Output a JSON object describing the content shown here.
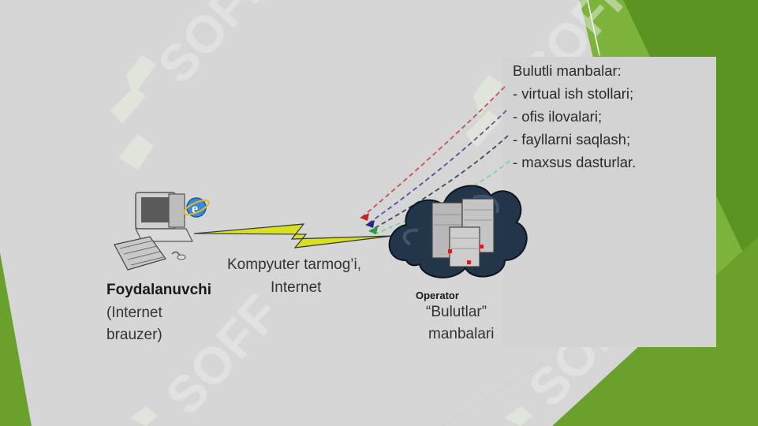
{
  "colors": {
    "background": "#d6d6d6",
    "accent_green": "#6aa12c",
    "lightning": "#d9e020",
    "panel": "#d3d3d3"
  },
  "watermark": {
    "text": "SOFF"
  },
  "user": {
    "title": "Foydalanuvchi",
    "line1": "(Internet",
    "line2": "brauzer)"
  },
  "network": {
    "line1": "Kompyuter tarmog’i,",
    "line2": "Internet"
  },
  "operator": {
    "caption": "Operator",
    "line1": "“Bulutlar”",
    "line2": "manbalari"
  },
  "resources": {
    "heading": "Bulutli manbalar:",
    "items": [
      "- virtual ish stollari;",
      "- ofis ilovalari;",
      "- fayllarni saqlash;",
      "- maxsus dasturlar."
    ]
  },
  "icons": [
    "computer-icon",
    "internet-explorer-icon",
    "lightning-bolt-icon",
    "cloud-icon",
    "server-icon"
  ]
}
